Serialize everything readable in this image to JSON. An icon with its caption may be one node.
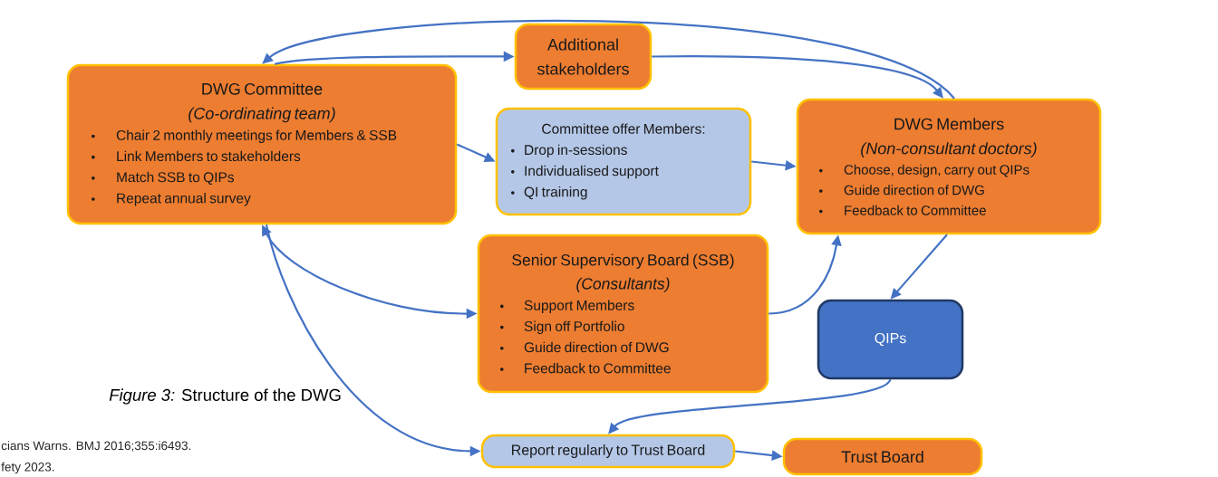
{
  "diagram": {
    "caption": "*Figure 3:* Structure of the DWG",
    "nodes": [
      {
        "text": [
          "DWG Committee",
          "(Co-ordinating team)",
          "Chair 2 monthly meetings for Members & SSB",
          "Link Members to stakeholders",
          "Match SSB to QIPs",
          "Repeat annual survey"
        ]
      },
      {
        "text": [
          "Additional stakeholders"
        ]
      },
      {
        "text": [
          "Committee offer Members:",
          "Drop in-sessions",
          "Individualised support",
          "QI training"
        ]
      },
      {
        "text": [
          "DWG Members",
          "(Non-consultant doctors)",
          "Choose, design, carry out QIPs",
          "Guide direction of DWG",
          "Feedback to Committee"
        ]
      },
      {
        "text": [
          "Senior Supervisory Board (SSB)",
          "(Consultants)",
          "Support Members",
          "Sign off Portfolio",
          "Guide direction of DWG",
          "Feedback to Committee"
        ]
      },
      {
        "text": [
          "QIPs"
        ]
      },
      {
        "text": [
          "Report regularly to Trust Board"
        ]
      },
      {
        "text": [
          "Trust Board"
        ]
      }
    ],
    "edges": [
      {
        "from": 3,
        "to": 0,
        "arrow": "to"
      },
      {
        "from": 0,
        "to": 1,
        "arrow": "to"
      },
      {
        "from": 1,
        "to": 3,
        "arrow": "to"
      },
      {
        "from": 0,
        "to": 2,
        "arrow": "to"
      },
      {
        "from": 2,
        "to": 3,
        "arrow": "to"
      },
      {
        "from": 0,
        "to": 4,
        "arrow": "both"
      },
      {
        "from": 0,
        "to": 6,
        "arrow": "to"
      },
      {
        "from": 4,
        "to": 3,
        "arrow": "to"
      },
      {
        "from": 3,
        "to": 5,
        "arrow": "to"
      },
      {
        "from": 5,
        "to": 6,
        "arrow": "to"
      },
      {
        "from": 6,
        "to": 7,
        "arrow": "to"
      }
    ],
    "labels": [
      "cians Warns. BMJ 2016;355:i6493.",
      "fety 2023."
    ]
  }
}
